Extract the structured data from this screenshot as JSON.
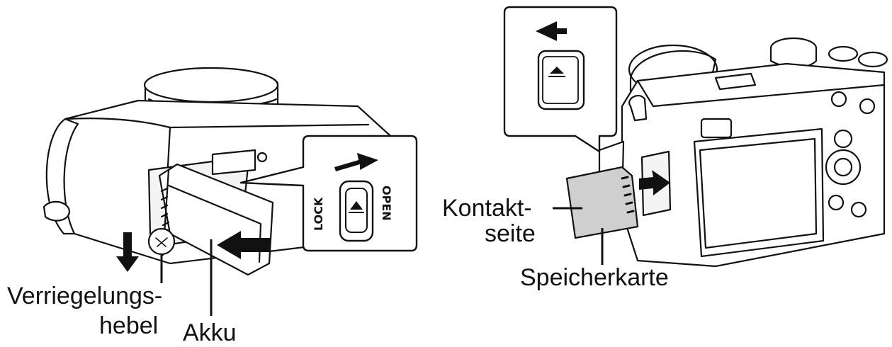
{
  "left_illustration": {
    "inset_switch": {
      "open_text": "OPEN",
      "lock_text": "LOCK"
    },
    "labels": {
      "lever_line1": "Verriegelungs-",
      "lever_line2": "hebel",
      "battery": "Akku"
    }
  },
  "right_illustration": {
    "labels": {
      "contact_line1": "Kontakt-",
      "contact_line2": "seite",
      "memory_card": "Speicherkarte"
    }
  }
}
